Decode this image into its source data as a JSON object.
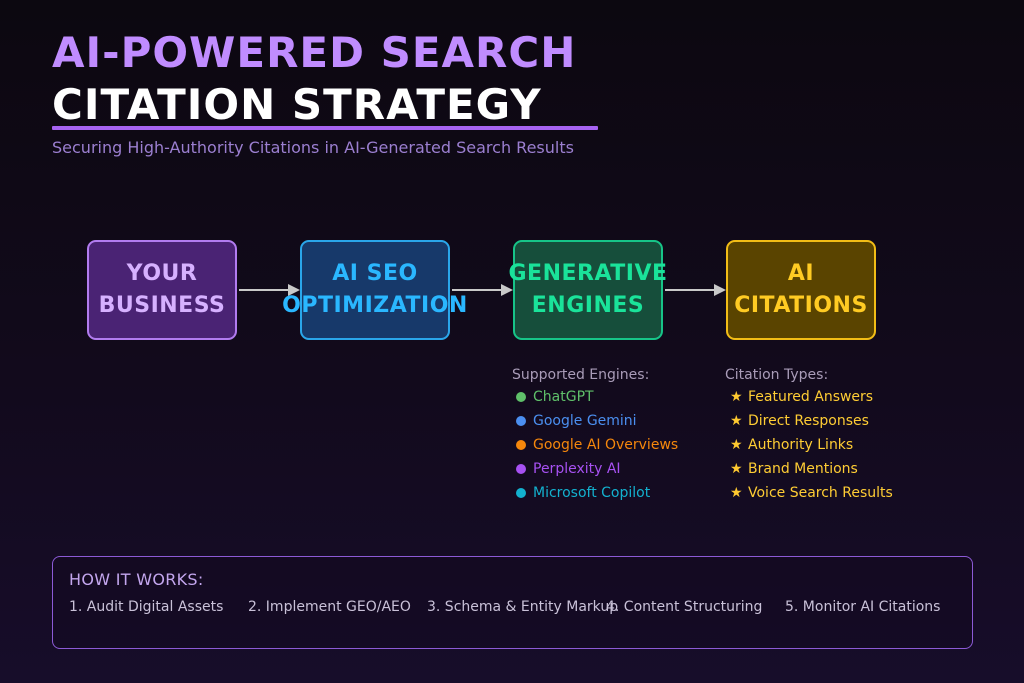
{
  "header": {
    "title_line1": "AI-POWERED SEARCH",
    "title_line2": "CITATION STRATEGY",
    "subtitle": "Securing High-Authority Citations in AI-Generated Search Results"
  },
  "flow": {
    "nodes": [
      {
        "label": "YOUR\nBUSINESS",
        "color": "#b27cf0"
      },
      {
        "label": "AI SEO\nOPTIMIZATION",
        "color": "#2aa6ea"
      },
      {
        "label": "GENERATIVE\nENGINES",
        "color": "#17c488"
      },
      {
        "label": "AI\nCITATIONS",
        "color": "#f2bd16"
      }
    ]
  },
  "engines": {
    "heading": "Supported Engines:",
    "items": [
      {
        "label": "ChatGPT",
        "color": "#5fc06a"
      },
      {
        "label": "Google Gemini",
        "color": "#4b8ff0"
      },
      {
        "label": "Google AI Overviews",
        "color": "#f5870c"
      },
      {
        "label": "Perplexity AI",
        "color": "#a751f2"
      },
      {
        "label": "Microsoft Copilot",
        "color": "#13b1cf"
      }
    ]
  },
  "citation_types": {
    "heading": "Citation Types:",
    "items": [
      "Featured Answers",
      "Direct Responses",
      "Authority Links",
      "Brand Mentions",
      "Voice Search Results"
    ]
  },
  "how_it_works": {
    "title": "HOW IT WORKS:",
    "steps": [
      "1. Audit Digital Assets",
      "2. Implement GEO/AEO",
      "3. Schema & Entity Markup",
      "4. Content Structuring",
      "5. Monitor AI Citations"
    ]
  }
}
